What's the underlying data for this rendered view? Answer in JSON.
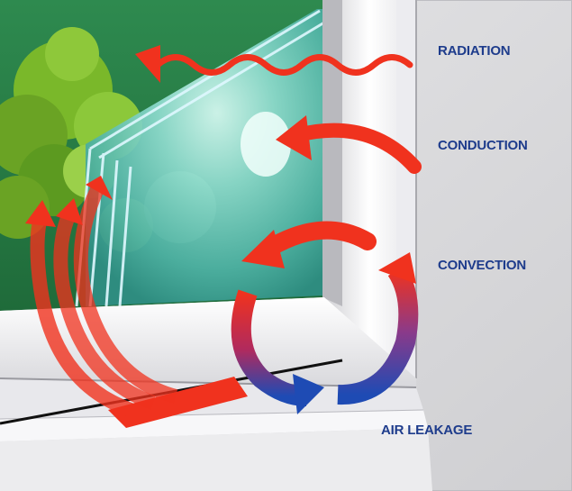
{
  "labels": {
    "radiation": "RADIATION",
    "conduction": "CONDUCTION",
    "convection": "CONVECTION",
    "air_leakage": "AIR LEAKAGE"
  },
  "colors": {
    "label_text": "#1e3c8c",
    "heat_red": "#f0321e",
    "cool_blue": "#1e4bb4",
    "wall_gray": "#dcdcde",
    "frame_white": "#f4f4f6",
    "glass_cyan": "#5fbfb4",
    "outdoor_green": "#2d8a4a"
  },
  "icons": {
    "radiation": "wavy-arrow-icon",
    "conduction": "curved-arrow-icon",
    "convection": "circular-arrows-icon",
    "air_leakage": "rising-arrows-icon"
  }
}
